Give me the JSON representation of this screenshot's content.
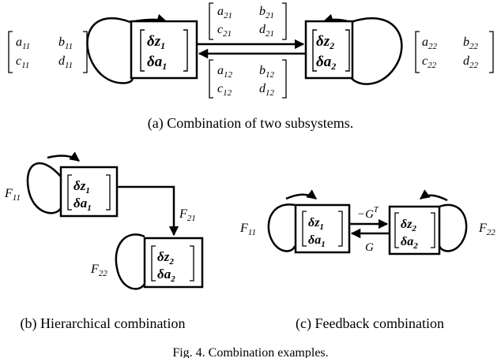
{
  "panel_a": {
    "matrix_left": {
      "r1c1": "a",
      "r1c1_sub": "11",
      "r1c2": "b",
      "r1c2_sub": "11",
      "r2c1": "c",
      "r2c1_sub": "11",
      "r2c2": "d",
      "r2c2_sub": "11"
    },
    "matrix_top": {
      "r1c1": "a",
      "r1c1_sub": "21",
      "r1c2": "b",
      "r1c2_sub": "21",
      "r2c1": "c",
      "r2c1_sub": "21",
      "r2c2": "d",
      "r2c2_sub": "21"
    },
    "matrix_bottom": {
      "r1c1": "a",
      "r1c1_sub": "12",
      "r1c2": "b",
      "r1c2_sub": "12",
      "r2c1": "c",
      "r2c1_sub": "12",
      "r2c2": "d",
      "r2c2_sub": "12"
    },
    "matrix_right": {
      "r1c1": "a",
      "r1c1_sub": "22",
      "r1c2": "b",
      "r1c2_sub": "22",
      "r2c1": "c",
      "r2c1_sub": "22",
      "r2c2": "d",
      "r2c2_sub": "22"
    },
    "box1": {
      "top": "δz",
      "top_sub": "1",
      "bottom": "δa",
      "bottom_sub": "1"
    },
    "box2": {
      "top": "δz",
      "top_sub": "2",
      "bottom": "δa",
      "bottom_sub": "2"
    },
    "caption": "(a) Combination of two subsystems."
  },
  "panel_b": {
    "box1": {
      "top": "δz",
      "top_sub": "1",
      "bottom": "δa",
      "bottom_sub": "1"
    },
    "box2": {
      "top": "δz",
      "top_sub": "2",
      "bottom": "δa",
      "bottom_sub": "2"
    },
    "label_f11": "F",
    "label_f11_sub": "11",
    "label_f21": "F",
    "label_f21_sub": "21",
    "label_f22": "F",
    "label_f22_sub": "22",
    "caption": "(b)  Hierarchical combination"
  },
  "panel_c": {
    "box1": {
      "top": "δz",
      "top_sub": "1",
      "bottom": "δa",
      "bottom_sub": "1"
    },
    "box2": {
      "top": "δz",
      "top_sub": "2",
      "bottom": "δa",
      "bottom_sub": "2"
    },
    "label_f11": "F",
    "label_f11_sub": "11",
    "label_f22": "F",
    "label_f22_sub": "22",
    "label_top": "−G",
    "label_top_sup": "T",
    "label_bottom": "G",
    "caption": "(c)  Feedback combination"
  },
  "figure_caption": "Fig. 4.  Combination examples."
}
